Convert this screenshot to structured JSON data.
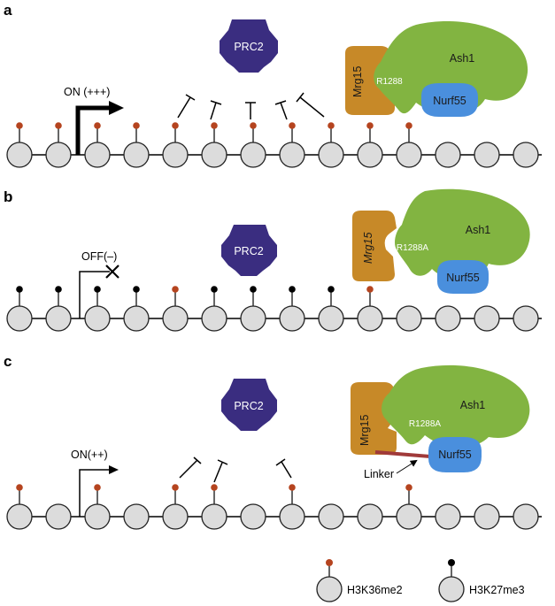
{
  "colors": {
    "nucleosome_fill": "#dcdcdc",
    "nucleosome_stroke": "#222222",
    "h3k36me2": "#b5441f",
    "h3k27me3": "#000000",
    "prc2": "#3a2d80",
    "mrg15": "#c78928",
    "ash1": "#82b441",
    "nurf55": "#4a8fdd",
    "linker": "#a03a3a"
  },
  "icons": {
    "prc2": "prc2-complex-shape",
    "ash1": "ash1-complex-shape",
    "inhibition": "t-bar-inhibition-symbol",
    "promoter": "bent-arrow-promoter-symbol",
    "blocked": "x-mark-symbol"
  },
  "panels": [
    {
      "label": "a",
      "promoter_label": "ON (+++)",
      "promoter_state": "on-strong",
      "prc2_label": "PRC2",
      "mrg15_label": "Mrg15",
      "ash1_label": "Ash1",
      "residue_label": "R1288",
      "nurf55_label": "Nurf55",
      "linker_label": "",
      "marks": [
        "me2",
        "me2",
        "me2",
        "me2",
        "me2",
        "me2",
        "me2",
        "me2",
        "me2",
        "me2",
        "me2",
        "none",
        "none",
        "none"
      ],
      "inhibitions": 5
    },
    {
      "label": "b",
      "promoter_label": "OFF(–)",
      "promoter_state": "off",
      "prc2_label": "PRC2",
      "mrg15_label": "Mrg15",
      "ash1_label": "Ash1",
      "residue_label": "R1288A",
      "nurf55_label": "Nurf55",
      "linker_label": "",
      "marks": [
        "me3",
        "me3",
        "me3",
        "me3",
        "me2",
        "me3",
        "me3",
        "me3",
        "me3",
        "me2",
        "none",
        "none",
        "none",
        "none"
      ],
      "inhibitions": 0
    },
    {
      "label": "c",
      "promoter_label": "ON(++)",
      "promoter_state": "on-medium",
      "prc2_label": "PRC2",
      "mrg15_label": "Mrg15",
      "ash1_label": "Ash1",
      "residue_label": "R1288A",
      "nurf55_label": "Nurf55",
      "linker_label": "Linker",
      "marks": [
        "me2",
        "none",
        "me2",
        "none",
        "me2",
        "me2",
        "none",
        "me2",
        "none",
        "none",
        "me2",
        "none",
        "none",
        "none"
      ],
      "inhibitions": 3
    }
  ],
  "legend": {
    "h3k36me2": "H3K36me2",
    "h3k27me3": "H3K27me3"
  }
}
